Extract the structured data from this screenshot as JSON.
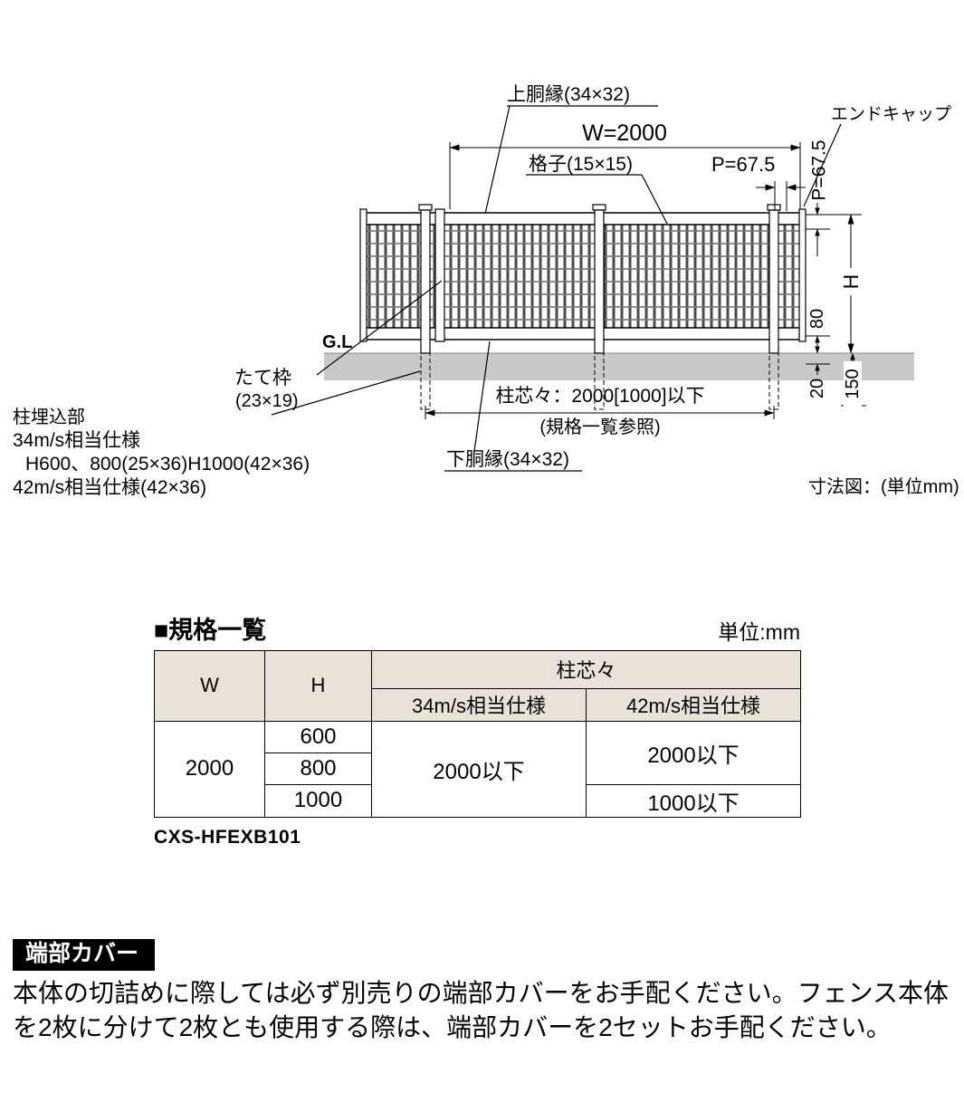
{
  "diagram": {
    "labels": {
      "top_rail": "上胴縁(34×32)",
      "width_dim": "W=2000",
      "lattice": "格子(15×15)",
      "pitch_top": "P=67.5",
      "end_cap": "エンドキャップ",
      "pitch_side": "P=67.5",
      "height_dim": "H",
      "dim_80": "80",
      "ground_level": "G.L",
      "vertical_frame_line1": "たて枠",
      "vertical_frame_line2": "(23×19)",
      "post_embed_title": "柱埋込部",
      "post_embed_spec34": "34m/s相当仕様",
      "post_embed_spec34_detail": "H600、800(25×36)H1000(42×36)",
      "post_embed_spec42": "42m/s相当仕様(42×36)",
      "post_centers": "柱芯々：2000[1000]以下",
      "post_centers_ref": "(規格一覧参照)",
      "bottom_rail": "下胴縁(34×32)",
      "dim_20": "20",
      "dim_150": "150",
      "unit_note": "寸法図：(単位mm)"
    }
  },
  "spec_table": {
    "title": "■規格一覧",
    "unit": "単位:mm",
    "headers": {
      "w": "W",
      "h": "H",
      "post_center": "柱芯々",
      "spec34": "34m/s相当仕様",
      "spec42": "42m/s相当仕様"
    },
    "w_value": "2000",
    "h_values": [
      "600",
      "800",
      "1000"
    ],
    "spec34_value": "2000以下",
    "spec42_value_top": "2000以下",
    "spec42_value_bottom": "1000以下",
    "model_code": "CXS-HFEXB101"
  },
  "end_cover_note": {
    "badge": "端部カバー",
    "body": "本体の切詰めに際しては必ず別売りの端部カバーをお手配ください。フェンス本体を2枚に分けて2枚とも使用する際は、端部カバーを2セットお手配ください。"
  }
}
